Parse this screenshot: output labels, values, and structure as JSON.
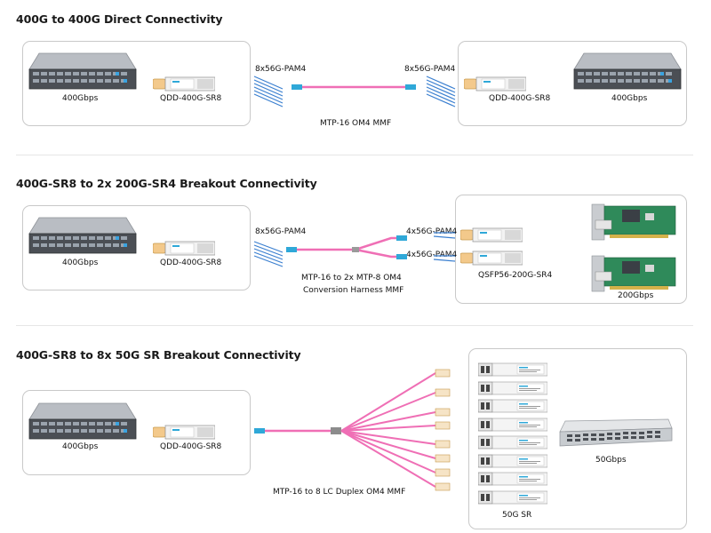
{
  "sections": [
    {
      "title": "400G to 400G Direct Connectivity",
      "left_device": "400Gbps",
      "left_module": "QDD-400G-SR8",
      "left_signal": "8x56G-PAM4",
      "right_signal": "8x56G-PAM4",
      "cable": "MTP-16 OM4 MMF",
      "right_module": "QDD-400G-SR8",
      "right_device": "400Gbps"
    },
    {
      "title": "400G-SR8 to 2x 200G-SR4 Breakout Connectivity",
      "left_device": "400Gbps",
      "left_module": "QDD-400G-SR8",
      "left_signal": "8x56G-PAM4",
      "right_signal_top": "4x56G-PAM4",
      "right_signal_bottom": "4x56G-PAM4",
      "cable_line1": "MTP-16 to 2x MTP-8 OM4",
      "cable_line2": "Conversion Harness MMF",
      "right_module": "QSFP56-200G-SR4",
      "right_device": "200Gbps"
    },
    {
      "title": "400G-SR8 to 8x 50G SR Breakout Connectivity",
      "left_device": "400Gbps",
      "left_module": "QDD-400G-SR8",
      "cable": "MTP-16 to 8 LC Duplex OM4 MMF",
      "right_module": "50G SR",
      "right_device": "50Gbps"
    }
  ],
  "colors": {
    "fiber": "#ef6fb5",
    "signal_arrow": "#3a7fd0",
    "connector": "#2fa8d8",
    "panel_border": "#c9c9c9"
  }
}
